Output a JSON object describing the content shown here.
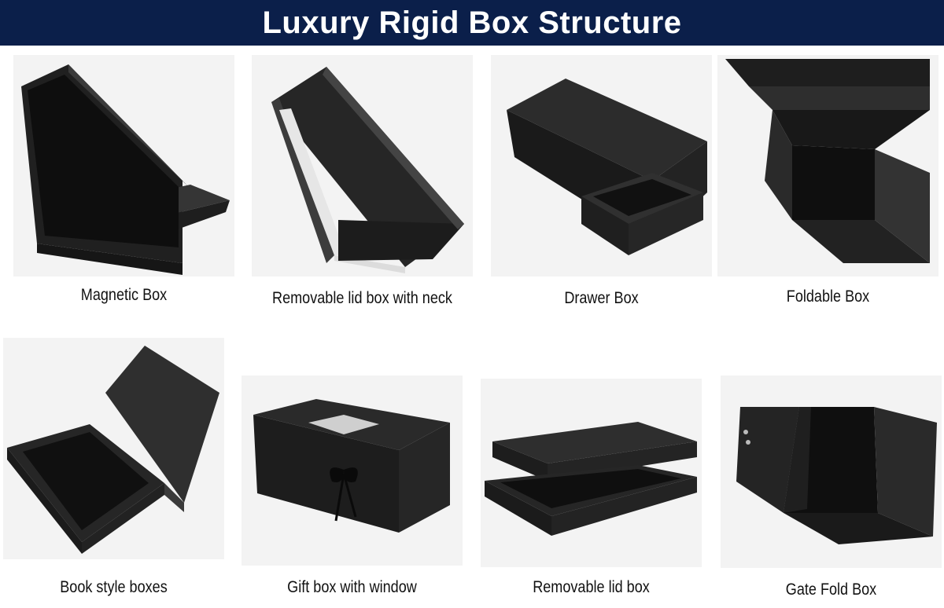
{
  "header": {
    "title": "Luxury Rigid Box Structure"
  },
  "colors": {
    "banner": "#0b1f4a",
    "box": "#2b2b2b",
    "box_dark": "#1c1c1c",
    "box_light": "#3a3a3a",
    "photo_bg": "#f3f3f3"
  },
  "boxes": [
    {
      "label": "Magnetic Box",
      "icon": "magnetic-box-icon"
    },
    {
      "label": "Removable lid box with neck",
      "icon": "neck-lid-box-icon"
    },
    {
      "label": "Drawer Box",
      "icon": "drawer-box-icon"
    },
    {
      "label": "Foldable Box",
      "icon": "foldable-box-icon"
    },
    {
      "label": "Book style boxes",
      "icon": "book-style-box-icon"
    },
    {
      "label": "Gift box with window",
      "icon": "window-gift-box-icon"
    },
    {
      "label": "Removable lid box",
      "icon": "removable-lid-box-icon"
    },
    {
      "label": "Gate Fold Box",
      "icon": "gate-fold-box-icon"
    }
  ]
}
